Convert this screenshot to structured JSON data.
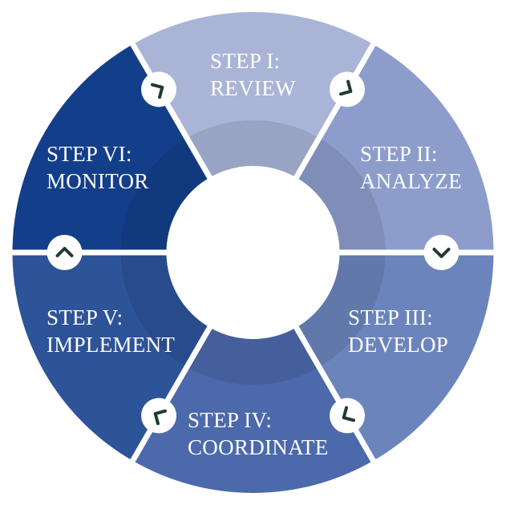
{
  "steps": [
    {
      "line1": "STEP I:",
      "line2": "REVIEW",
      "color": "#a9b4d7"
    },
    {
      "line1": "STEP II:",
      "line2": "ANALYZE",
      "color": "#8c9dcb"
    },
    {
      "line1": "STEP III:",
      "line2": "DEVELOP",
      "color": "#6b84bc"
    },
    {
      "line1": "STEP IV:",
      "line2": "COORDINATE",
      "color": "#4b69ab"
    },
    {
      "line1": "STEP V:",
      "line2": "IMPLEMENT",
      "color": "#2d5399"
    },
    {
      "line1": "STEP VI:",
      "line2": "MONITOR",
      "color": "#133f8a"
    }
  ],
  "connector_icon": "chevron-arrow-icon",
  "colors": {
    "separator": "#ffffff",
    "center": "#ffffff",
    "arrow": "#1f3b35",
    "inner_ring_shade": "#000000"
  }
}
